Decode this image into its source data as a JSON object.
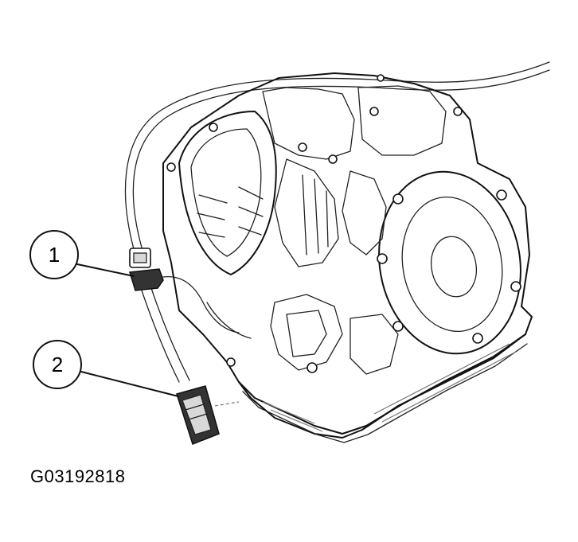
{
  "figure_code": "G03192818",
  "callouts": [
    {
      "label": "1"
    },
    {
      "label": "2"
    }
  ],
  "colors": {
    "line": "#111111",
    "background": "#ffffff",
    "shade": "#d8d8d8"
  }
}
